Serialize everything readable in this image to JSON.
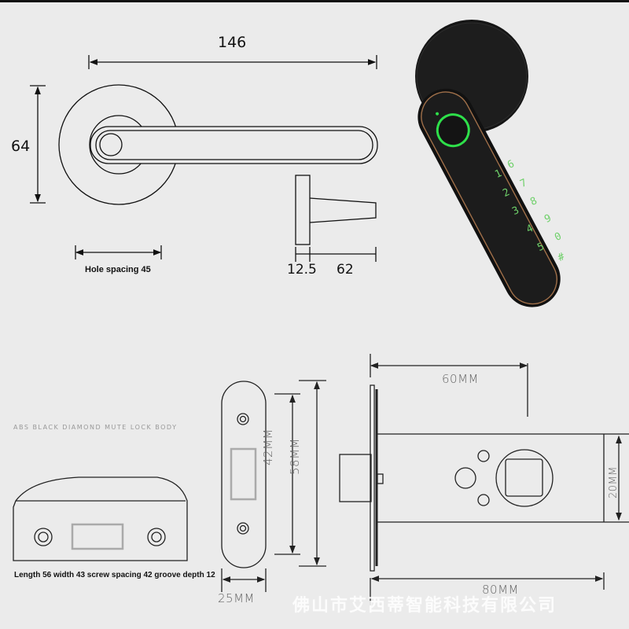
{
  "handle_diagram": {
    "length_label": "146",
    "height_label": "64",
    "hole_spacing_label": "Hole spacing 45",
    "side_thickness_label": "12.5",
    "side_depth_label": "62"
  },
  "product_photo": {
    "keypad": {
      "left_column": [
        "1",
        "2",
        "3",
        "4",
        "5"
      ],
      "right_column": [
        "6",
        "7",
        "8",
        "9",
        "0",
        "#"
      ]
    },
    "colors": {
      "body": "#1a1a1a",
      "trim": "#a0704a",
      "fingerprint_ring": "#2ee04a",
      "digits": "#6fd06a"
    }
  },
  "lock_body": {
    "title": "ABS BLACK DIAMOND MUTE LOCK BODY",
    "caption": "Length 56 width 43 screw spacing 42 groove depth 12"
  },
  "strike_plate": {
    "width_label": "25MM",
    "inner_height_label": "42MM",
    "outer_height_label": "58MM"
  },
  "latch": {
    "backset_label": "60MM",
    "length_label": "80MM",
    "height_label": "20MM"
  },
  "watermark": "佛山市艾西蒂智能科技有限公司"
}
